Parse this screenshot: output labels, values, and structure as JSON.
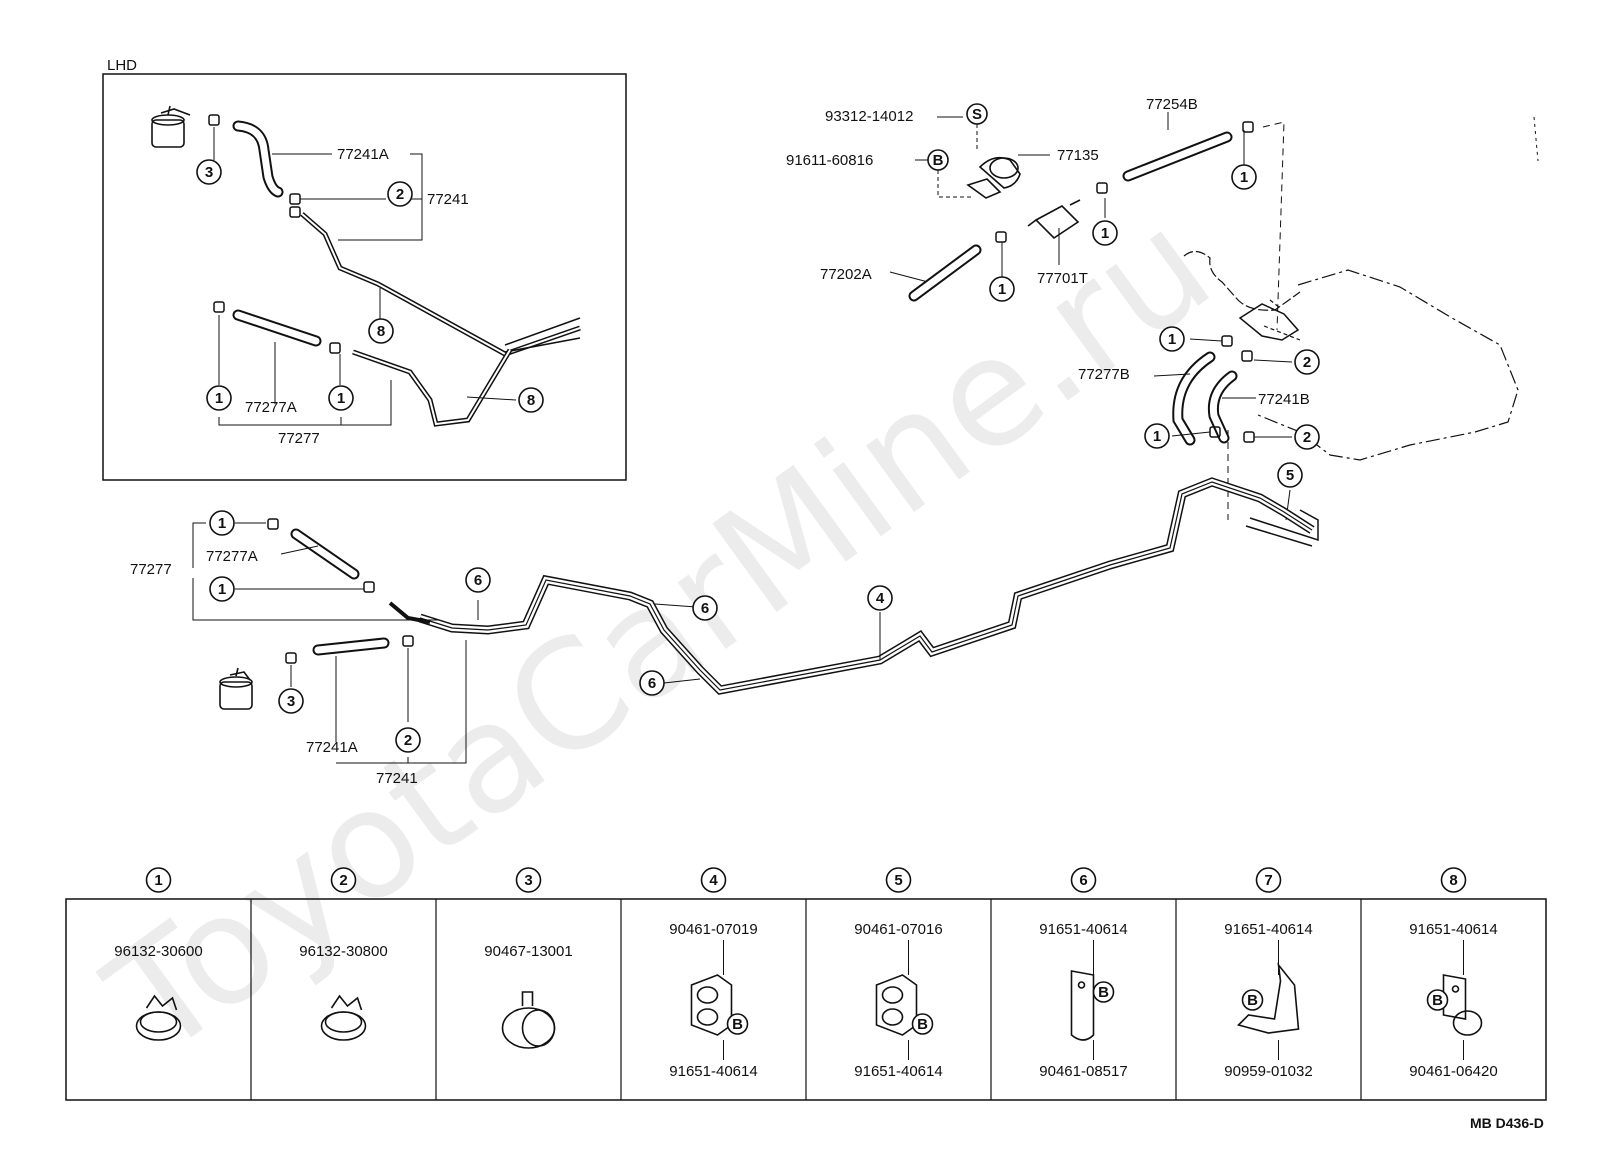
{
  "watermark": "ToyotaCarMine.ru",
  "inset_title": "LHD",
  "drawing_code": "MB D436-D",
  "parts": {
    "p93312": "93312-14012",
    "p91611": "91611-60816",
    "p77135": "77135",
    "p77254B": "77254B",
    "p77202A": "77202A",
    "p77701T": "77701T",
    "p77277B": "77277B",
    "p77241B": "77241B",
    "p77241A_inset": "77241A",
    "p77241_inset": "77241",
    "p77277A_inset": "77277A",
    "p77277_inset": "77277",
    "p77277_main": "77277",
    "p77277A_main": "77277A",
    "p77241A_main": "77241A",
    "p77241_main": "77241"
  },
  "badge_letters": {
    "s": "S",
    "b": "B"
  },
  "callouts": [
    "1",
    "2",
    "3",
    "4",
    "5",
    "6",
    "7",
    "8"
  ],
  "legend": [
    {
      "num": "1",
      "top": "96132-30600",
      "bottom": "",
      "icon": "hose-clamp-icon"
    },
    {
      "num": "2",
      "top": "96132-30800",
      "bottom": "",
      "icon": "hose-clamp-icon"
    },
    {
      "num": "3",
      "top": "90467-13001",
      "bottom": "",
      "icon": "filter-clamp-icon"
    },
    {
      "num": "4",
      "top": "90461-07019",
      "bottom": "91651-40614",
      "icon": "double-pipe-clamp-icon"
    },
    {
      "num": "5",
      "top": "90461-07016",
      "bottom": "91651-40614",
      "icon": "double-pipe-clamp-icon"
    },
    {
      "num": "6",
      "top": "91651-40614",
      "bottom": "90461-08517",
      "icon": "pipe-clamp-icon"
    },
    {
      "num": "7",
      "top": "91651-40614",
      "bottom": "90959-01032",
      "icon": "bracket-clamp-icon"
    },
    {
      "num": "8",
      "top": "91651-40614",
      "bottom": "90461-06420",
      "icon": "single-pipe-clamp-icon"
    }
  ]
}
